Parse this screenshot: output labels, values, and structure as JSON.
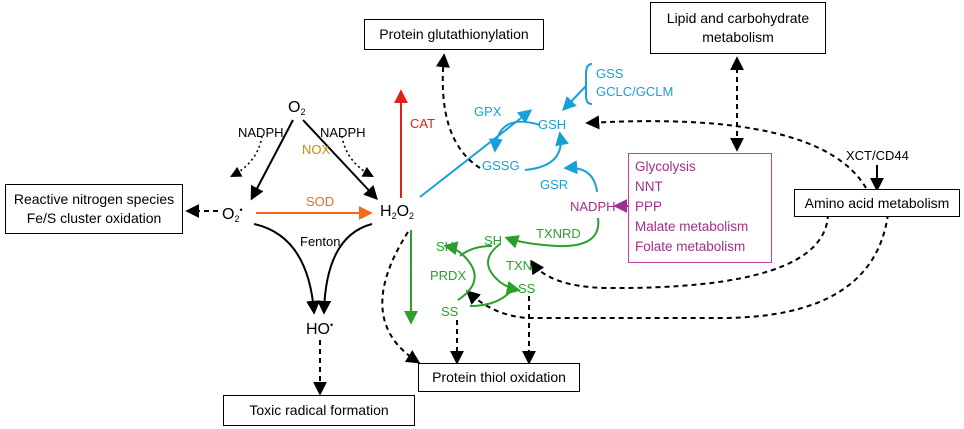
{
  "colors": {
    "black": "#000000",
    "red": "#e0201a",
    "orange": "#f26b1d",
    "gold": "#c48a0c",
    "blue": "#1aa0d8",
    "green": "#2aa02a",
    "purple": "#a0308a"
  },
  "boxes": {
    "protein_glutathionylation": "Protein glutathionylation",
    "lipid_carb_line1": "Lipid and carbohydrate",
    "lipid_carb_line2": "metabolism",
    "rns_line1": "Reactive nitrogen species",
    "rns_line2": "Fe/S cluster oxidation",
    "amino_acid": "Amino acid metabolism",
    "protein_thiol": "Protein thiol oxidation",
    "toxic_radical": "Toxic radical formation"
  },
  "metabolism_list": [
    "Glycolysis",
    "NNT",
    "PPP",
    "Malate metabolism",
    "Folate metabolism"
  ],
  "species": {
    "o2_base": "O",
    "o2_sub": "2",
    "superoxide_base": "O",
    "superoxide_sub": "2",
    "superoxide_sup": "•",
    "h2o2_a": "H",
    "h2o2_sub1": "2",
    "h2o2_b": "O",
    "h2o2_sub2": "2",
    "hydroxyl_base": "HO",
    "hydroxyl_sup": "•"
  },
  "labels": {
    "nadph_left": "NADPH",
    "nadph_right": "NADPH",
    "nox": "NOX",
    "sod": "SOD",
    "fenton": "Fenton",
    "cat": "CAT",
    "gpx": "GPX",
    "gsh": "GSH",
    "gssg": "GSSG",
    "gsr": "GSR",
    "gss": "GSS",
    "gclc_gclm": "GCLC/GCLM",
    "nadph_purple": "NADPH",
    "txnrd": "TXNRD",
    "txn": "TXN",
    "prdx": "PRDX",
    "sh_prdx": "SH",
    "ss_prdx": "SS",
    "sh_txn": "SH",
    "ss_txn": "SS",
    "xct_cd44": "XCT/CD44"
  }
}
